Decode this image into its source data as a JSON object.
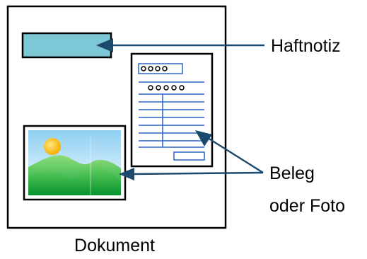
{
  "labels": {
    "sticky_note": "Haftnotiz",
    "receipt_or_photo_line1": "Beleg",
    "receipt_or_photo_line2": "oder Foto",
    "document": "Dokument"
  },
  "colors": {
    "sticky_note_fill": "#7cc8d6",
    "arrow": "#1c4a6e",
    "receipt_lines": "#2a64c8",
    "sky": "#cfe8f7",
    "sun": "#f5b800",
    "hills": "#22b14c"
  }
}
